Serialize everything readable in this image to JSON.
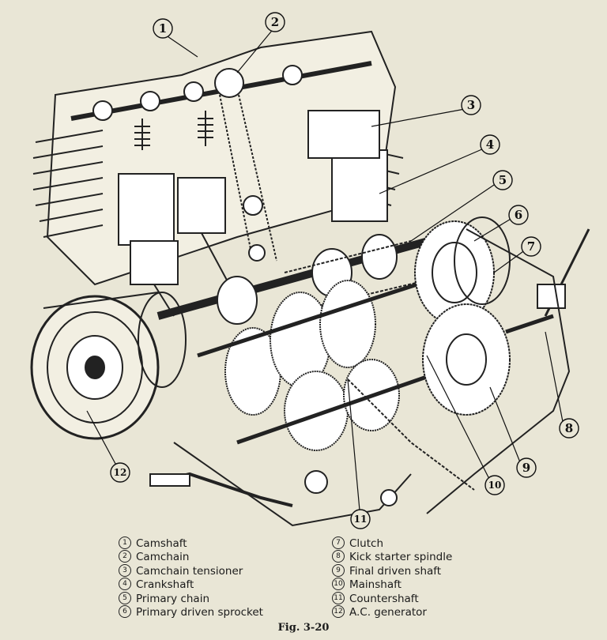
{
  "parts": [
    {
      "num": "1",
      "label": "Camshaft"
    },
    {
      "num": "2",
      "label": "Camchain"
    },
    {
      "num": "3",
      "label": "Camchain tensioner"
    },
    {
      "num": "4",
      "label": "Crankshaft"
    },
    {
      "num": "5",
      "label": "Primary chain"
    },
    {
      "num": "6",
      "label": "Primary driven sprocket"
    },
    {
      "num": "7",
      "label": "Clutch"
    },
    {
      "num": "8",
      "label": "Kick starter spindle"
    },
    {
      "num": "9",
      "label": "Final driven shaft"
    },
    {
      "num": "10",
      "label": "Mainshaft"
    },
    {
      "num": "11",
      "label": "Countershaft"
    },
    {
      "num": "12",
      "label": "A.C. generator"
    }
  ],
  "caption": "Fig. 3-20"
}
